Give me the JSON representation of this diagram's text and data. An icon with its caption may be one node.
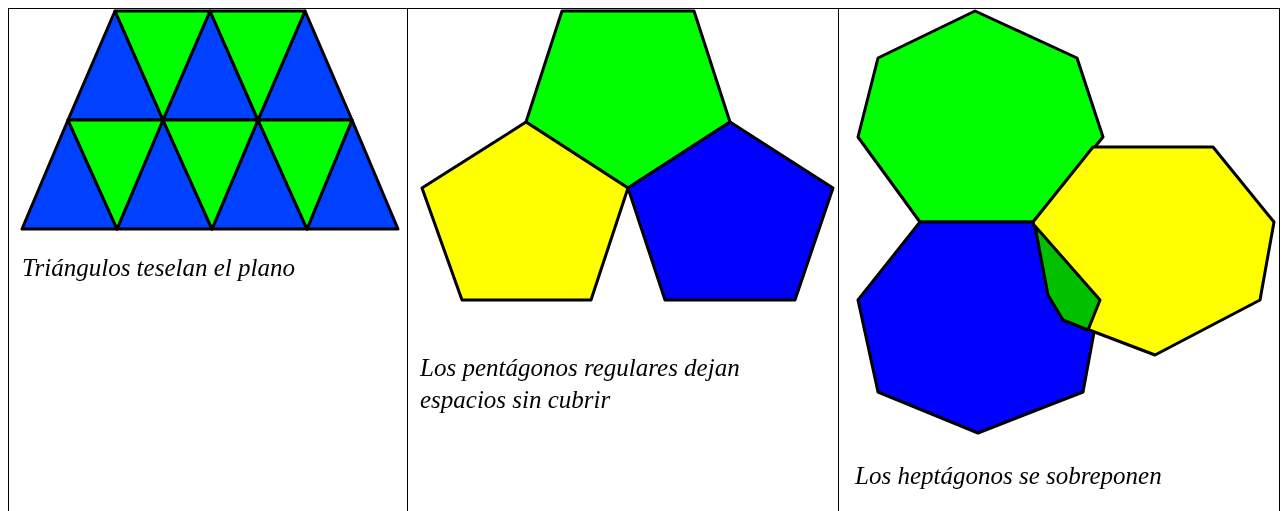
{
  "diagram": {
    "labels": [
      "Triángulos teselan el plano",
      "Los pentágonos regulares dejan espacios sin cubrir",
      "Los heptágonos se sobreponen"
    ]
  }
}
